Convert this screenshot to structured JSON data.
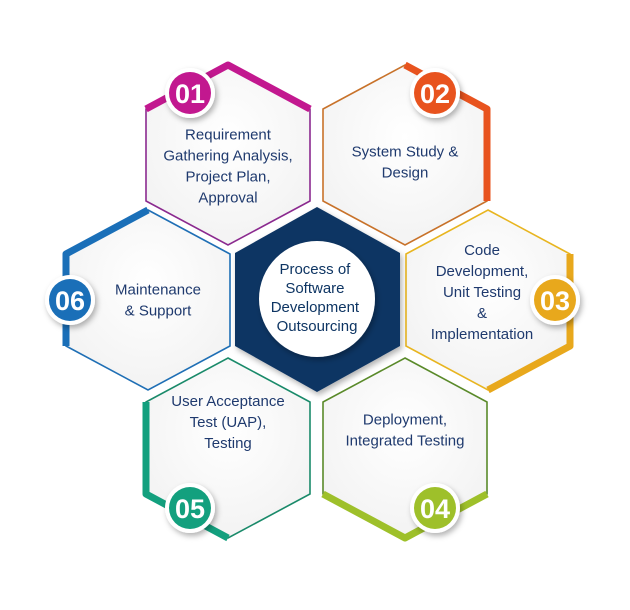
{
  "center": {
    "lines": [
      "Process of",
      "Software",
      "Development",
      "Outsourcing"
    ],
    "color": "#0e3563"
  },
  "steps": [
    {
      "number": "01",
      "lines": [
        "Requirement",
        "Gathering Analysis,",
        "Project Plan,",
        "Approval"
      ],
      "color": "#c2188f",
      "outline": "#8b2a8f"
    },
    {
      "number": "02",
      "lines": [
        "System Study &",
        "Design"
      ],
      "color": "#e8531e",
      "outline": "#c8722a"
    },
    {
      "number": "03",
      "lines": [
        "Code",
        "Development,",
        "Unit Testing",
        "&",
        "Implementation"
      ],
      "color": "#e8a81c",
      "outline": "#e8b520"
    },
    {
      "number": "04",
      "lines": [
        "Deployment,",
        "Integrated Testing"
      ],
      "color": "#9ec02a",
      "outline": "#5a8a2a"
    },
    {
      "number": "05",
      "lines": [
        "User Acceptance",
        "Test (UAP),",
        "Testing"
      ],
      "color": "#13a07e",
      "outline": "#1a8a6a"
    },
    {
      "number": "06",
      "lines": [
        "Maintenance",
        "& Support"
      ],
      "color": "#1a6fb8",
      "outline": "#1f6fb5"
    }
  ]
}
